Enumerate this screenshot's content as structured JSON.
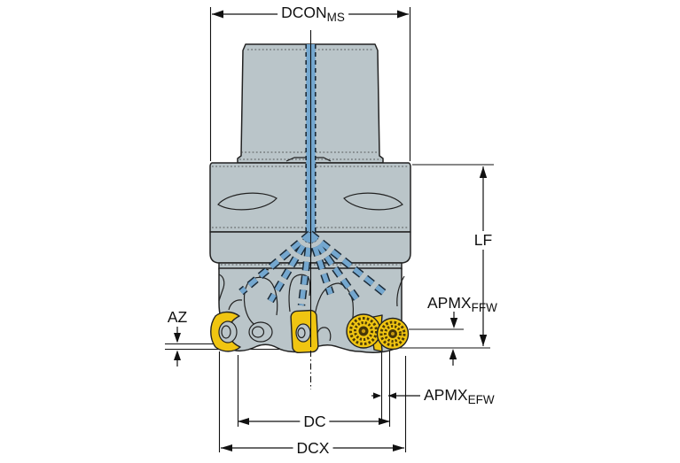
{
  "diagram": {
    "labels": {
      "dcon": {
        "main": "DCON",
        "sub": "MS"
      },
      "lf": {
        "main": "LF",
        "sub": ""
      },
      "apmx_ffw": {
        "main": "APMX",
        "sub": "FFW"
      },
      "apmx_efw": {
        "main": "APMX",
        "sub": "EFW"
      },
      "az": {
        "main": "AZ",
        "sub": ""
      },
      "dc": {
        "main": "DC",
        "sub": ""
      },
      "dcx": {
        "main": "DCX",
        "sub": ""
      }
    },
    "colors": {
      "body": "#bac5c9",
      "insert": "#f0c511",
      "insert_dark": "#4c3b07",
      "coolant": "#74a7cf",
      "outline": "#222222",
      "dimension": "#111111",
      "background": "#ffffff"
    }
  }
}
